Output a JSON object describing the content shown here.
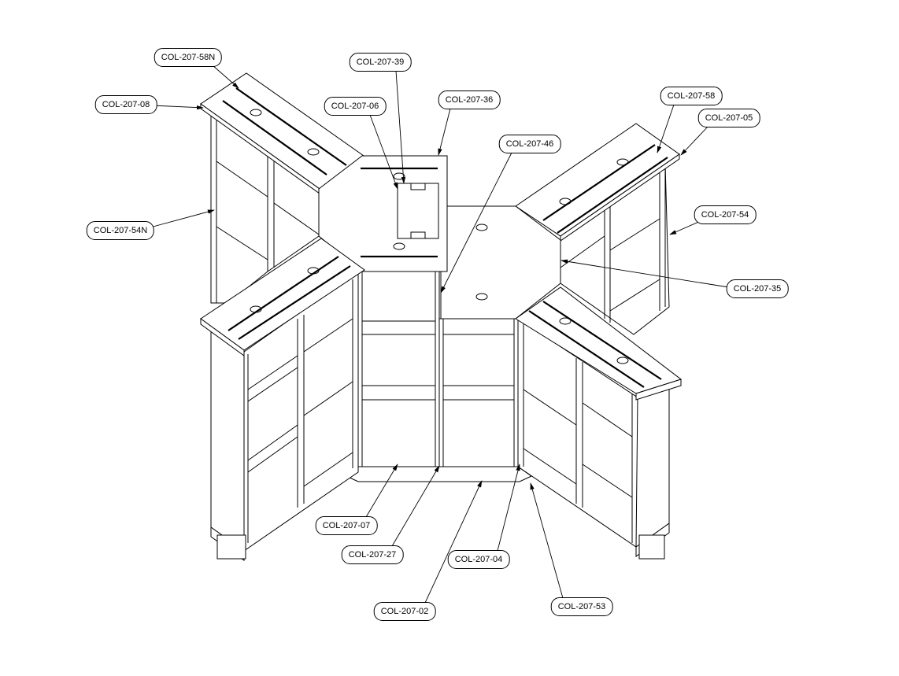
{
  "drawing": {
    "title": "Assembly callouts",
    "callouts": [
      {
        "id": "58n",
        "label": "COL-207-58N"
      },
      {
        "id": "39",
        "label": "COL-207-39"
      },
      {
        "id": "06",
        "label": "COL-207-06"
      },
      {
        "id": "36",
        "label": "COL-207-36"
      },
      {
        "id": "08",
        "label": "COL-207-08"
      },
      {
        "id": "46",
        "label": "COL-207-46"
      },
      {
        "id": "58",
        "label": "COL-207-58"
      },
      {
        "id": "05",
        "label": "COL-207-05"
      },
      {
        "id": "54n",
        "label": "COL-207-54N"
      },
      {
        "id": "54",
        "label": "COL-207-54"
      },
      {
        "id": "35",
        "label": "COL-207-35"
      },
      {
        "id": "07",
        "label": "COL-207-07"
      },
      {
        "id": "27",
        "label": "COL-207-27"
      },
      {
        "id": "04",
        "label": "COL-207-04"
      },
      {
        "id": "02",
        "label": "COL-207-02"
      },
      {
        "id": "53",
        "label": "COL-207-53"
      }
    ]
  }
}
